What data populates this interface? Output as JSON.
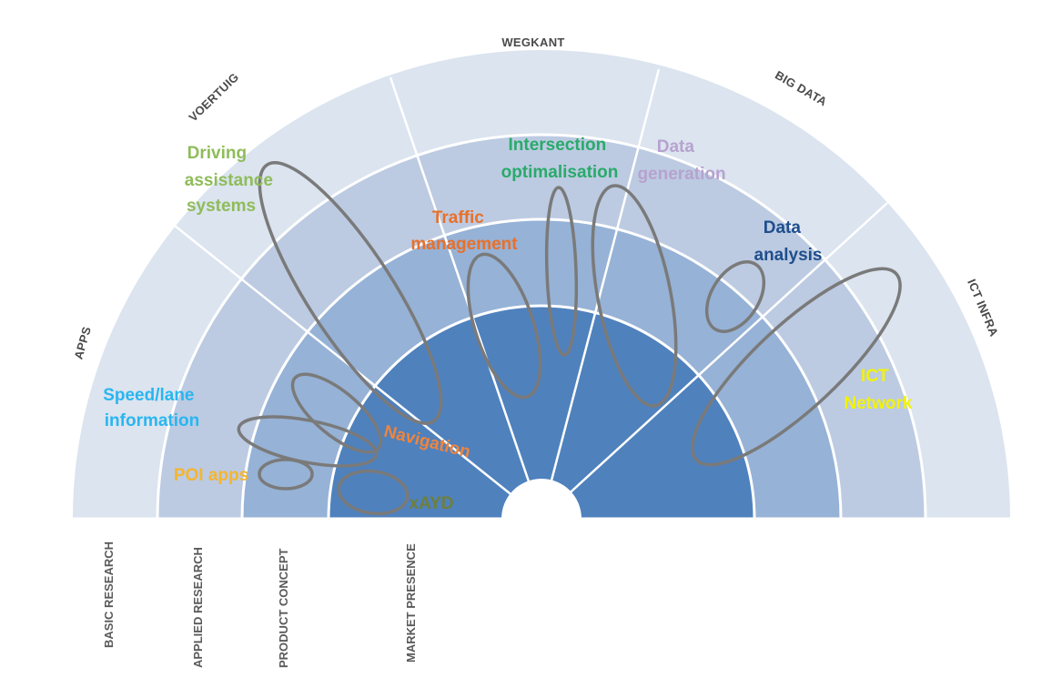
{
  "sectors": [
    {
      "id": "apps",
      "label": "APPS"
    },
    {
      "id": "voertuig",
      "label": "VOERTUIG"
    },
    {
      "id": "wegkant",
      "label": "WEGKANT"
    },
    {
      "id": "bigdata",
      "label": "BIG DATA"
    },
    {
      "id": "ictinfra",
      "label": "ICT INFRA"
    }
  ],
  "rings": [
    {
      "label": "BASIC RESEARCH",
      "color": "#dbe4ef"
    },
    {
      "label": "APPLIED RESEARCH",
      "color": "#bccbe2"
    },
    {
      "label": "PRODUCT CONCEPT",
      "color": "#96b2d6"
    },
    {
      "label": "MARKET PRESENCE",
      "color": "#4f81bd"
    }
  ],
  "technologies": [
    {
      "id": "driving-assistance",
      "lines": [
        "Driving",
        "assistance",
        "systems"
      ],
      "color": "#8fbc5a"
    },
    {
      "id": "intersection",
      "lines": [
        "Intersection",
        "optimalisation"
      ],
      "color": "#2aaa6a"
    },
    {
      "id": "data-generation",
      "lines": [
        "Data",
        "generation"
      ],
      "color": "#b7a2cf"
    },
    {
      "id": "traffic-management",
      "lines": [
        "Traffic",
        "management"
      ],
      "color": "#e8702a"
    },
    {
      "id": "data-analysis",
      "lines": [
        "Data",
        "analysis"
      ],
      "color": "#1f4e8c"
    },
    {
      "id": "ict-network",
      "lines": [
        "ICT",
        "Network"
      ],
      "color": "#f2f20a"
    },
    {
      "id": "speed-lane",
      "lines": [
        "Speed/lane",
        "information"
      ],
      "color": "#29b6f0"
    },
    {
      "id": "navigation",
      "lines": [
        "Navigation"
      ],
      "color": "#f0843c"
    },
    {
      "id": "poi-apps",
      "lines": [
        "POI apps"
      ],
      "color": "#f5b52e"
    },
    {
      "id": "xayd",
      "lines": [
        "xAYD"
      ],
      "color": "#6f7f3a"
    }
  ]
}
